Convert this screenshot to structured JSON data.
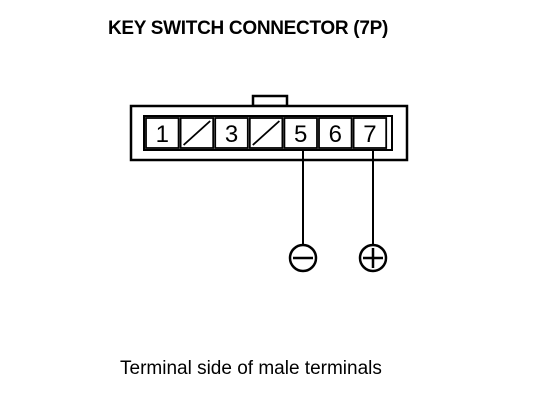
{
  "title": "KEY SWITCH CONNECTOR (7P)",
  "connector": {
    "pins": [
      {
        "label": "1",
        "empty": false
      },
      {
        "label": "",
        "empty": true
      },
      {
        "label": "3",
        "empty": false
      },
      {
        "label": "",
        "empty": true
      },
      {
        "label": "5",
        "empty": false
      },
      {
        "label": "6",
        "empty": false
      },
      {
        "label": "7",
        "empty": false
      }
    ]
  },
  "probes": [
    {
      "pin": "5",
      "polarity": "negative",
      "symbol": "minus-circle-icon"
    },
    {
      "pin": "7",
      "polarity": "positive",
      "symbol": "plus-circle-icon"
    }
  ],
  "caption": "Terminal side of male terminals"
}
